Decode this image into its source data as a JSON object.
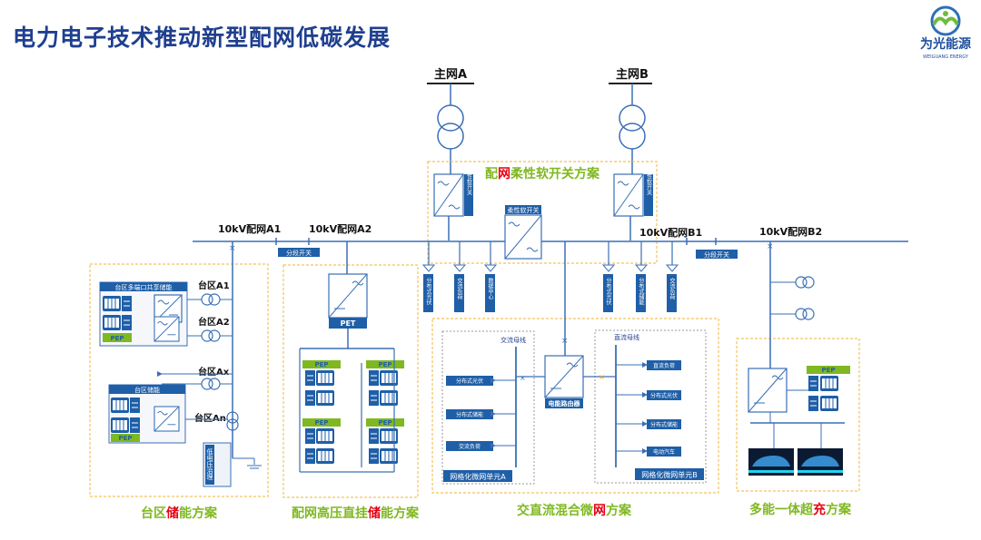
{
  "page": {
    "title": "电力电子技术推动新型配网低碳发展",
    "logo": {
      "name": "为光能源",
      "sub": "WEIGUANG ENERGY"
    }
  },
  "grids": {
    "main_a": "主网A",
    "main_b": "主网B"
  },
  "buses": {
    "a1": "10kV配网A1",
    "a2": "10kV配网A2",
    "b1": "10kV配网B1",
    "b2": "10kV配网B2"
  },
  "labels": {
    "flex_switch_scheme": {
      "pre": "配",
      "hl": "网",
      "post": "柔性软开关方案"
    },
    "flex_switch_side": "柔性软开关",
    "flex_switch_center": "柔性软开关",
    "sectional_switch": "分段开关",
    "feeders_a": [
      "分布式光伏",
      "交流负荷",
      "数据中心"
    ],
    "feeders_b": [
      "分布式光伏",
      "分布式储能",
      "交流负荷"
    ],
    "areas": [
      "台区A1",
      "台区A2",
      "台区Ax",
      "台区An"
    ],
    "shared_storage": "台区多端口共享储能",
    "area_storage": "台区储能",
    "pep": "PEP",
    "pet": "PET",
    "lv_treatment": "低电压治理",
    "ac_bus": "交流母线",
    "dc_bus": "直流母线",
    "router": "电能路由器",
    "ac_items": [
      "分布式光伏",
      "分布式储能",
      "交流负荷"
    ],
    "dc_items": [
      "直流负荷",
      "分布式光伏",
      "分布式储能",
      "电动汽车"
    ],
    "microgrid_a": "网格化微网单元A",
    "microgrid_b": "网格化微网单元B"
  },
  "captions": {
    "area_storage": {
      "pre": "台区",
      "hl": "储",
      "post": "能方案"
    },
    "hv_storage": {
      "pre": "配网高压直挂",
      "hl": "储",
      "post": "能方案"
    },
    "microgrid": {
      "pre": "交直流混合微",
      "hl": "网",
      "post": "方案"
    },
    "charging": {
      "pre": "多能一体超",
      "hl": "充",
      "post": "方案"
    }
  },
  "colors": {
    "title": "#1f3f8f",
    "line": "#3a6fb6",
    "green": "#7fb820",
    "red": "#e60012",
    "dash": "#f2c35c",
    "device": "#1f5fa8"
  }
}
